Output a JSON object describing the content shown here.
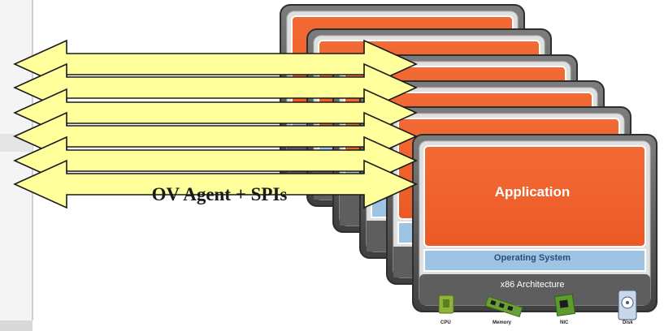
{
  "diagram": {
    "arrow_label": "OV Agent + SPIs",
    "application_label": "Application",
    "os_label": "Operating System",
    "architecture_label": "x86 Architecture",
    "hardware": [
      {
        "label": "CPU",
        "icon": "cpu-icon"
      },
      {
        "label": "Memory",
        "icon": "memory-icon"
      },
      {
        "label": "NIC",
        "icon": "nic-icon"
      },
      {
        "label": "Disk",
        "icon": "disk-icon"
      }
    ],
    "colors": {
      "arrow_fill": "#ffff9b",
      "application": "#f2622e",
      "operating_system": "#9ec3e3",
      "architecture_frame": "#5e5e5e"
    }
  }
}
